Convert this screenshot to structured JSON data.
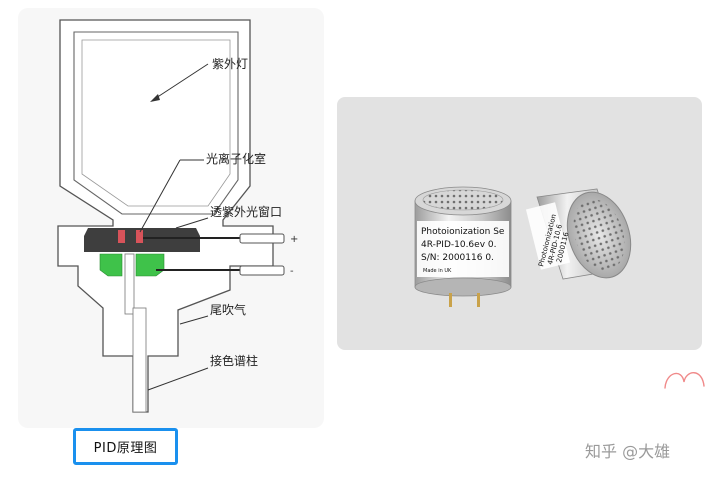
{
  "diagram": {
    "labels": {
      "uv_lamp": "紫外灯",
      "ionization_chamber": "光离子化室",
      "uv_window": "透紫外光窗口",
      "makeup_gas": "尾吹气",
      "column": "接色谱柱"
    },
    "electrode_signs": {
      "positive": "+",
      "negative": "-"
    },
    "colors": {
      "electrode_red": "#d8535a",
      "insulator_green": "#3fc24a",
      "housing_dark": "#3e3e3e"
    }
  },
  "caption": {
    "text": "PID原理图",
    "border_color": "#1a90ee"
  },
  "photo": {
    "sensor_front": {
      "line1": "Photoionization Se",
      "line2": "4R-PID-10.6ev 0.",
      "line3": "S/N: 2000116 0.",
      "line4": "Made in UK"
    },
    "sensor_back": {
      "line1": "Photoionization",
      "line2": "4R-PID-10.6",
      "line3": "2000116"
    }
  },
  "watermark": {
    "text": "知乎 @大雄"
  }
}
